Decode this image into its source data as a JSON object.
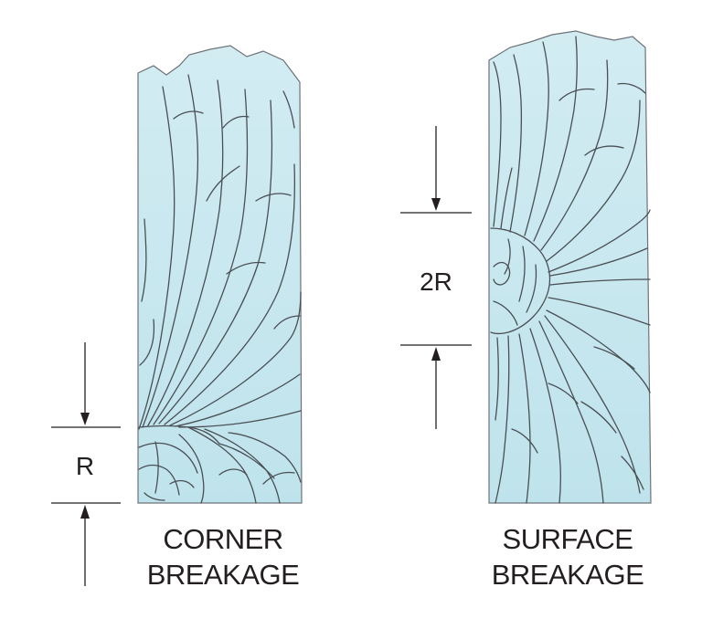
{
  "labels": {
    "corner_dimension": "R",
    "surface_dimension": "2R",
    "corner_caption_line1": "CORNER",
    "corner_caption_line2": "BREAKAGE",
    "surface_caption_line1": "SURFACE",
    "surface_caption_line2": "BREAKAGE"
  },
  "colors": {
    "glass_fill_top": "#d2ecf2",
    "glass_fill_bottom": "#bfe3ec",
    "crack_line": "#4a4f55",
    "text": "#231f20"
  }
}
